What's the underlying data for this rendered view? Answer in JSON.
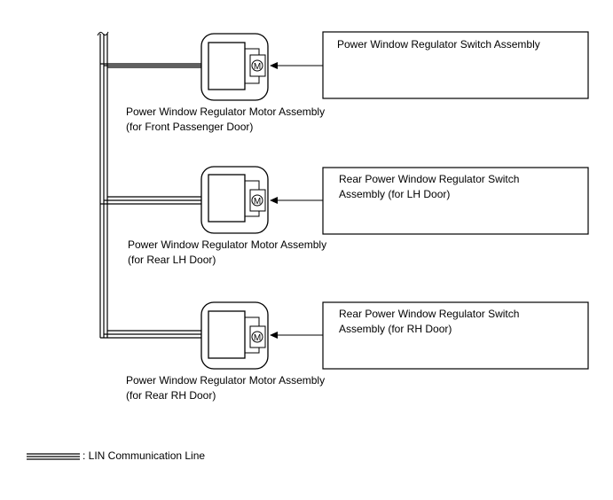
{
  "motors": [
    {
      "line1": "Power Window Regulator Motor Assembly",
      "line2": "(for Front Passenger Door)",
      "icon_letter": "M"
    },
    {
      "line1": "Power Window Regulator Motor Assembly",
      "line2": "(for Rear LH Door)",
      "icon_letter": "M"
    },
    {
      "line1": "Power Window Regulator Motor Assembly",
      "line2": "(for Rear RH Door)",
      "icon_letter": "M"
    }
  ],
  "switches": [
    {
      "line1": "Power Window Regulator Switch Assembly",
      "line2": ""
    },
    {
      "line1": "Rear Power Window Regulator Switch",
      "line2": "Assembly (for LH Door)"
    },
    {
      "line1": "Rear Power Window Regulator Switch",
      "line2": "Assembly (for RH Door)"
    }
  ],
  "legend": {
    "label": ": LIN Communication Line"
  }
}
